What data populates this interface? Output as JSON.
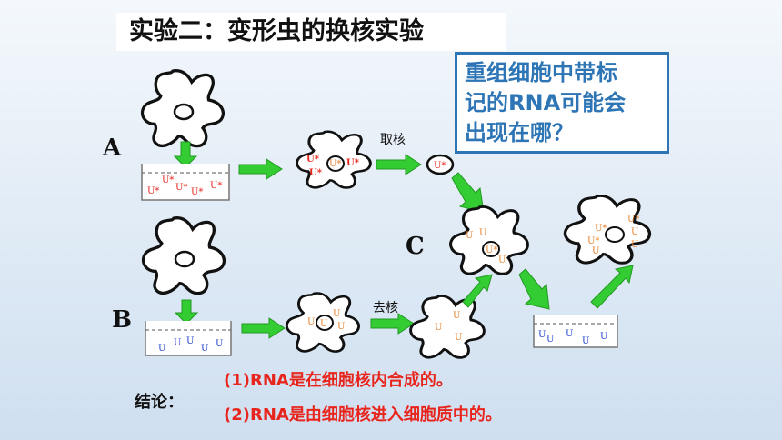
{
  "title": "实验二：变形虫的换核实验",
  "question": "重组细胞中带标记的RNA可能会出现在哪？",
  "question_lines": [
    "重组细胞中带标",
    "记的RNA可能会",
    "出现在哪？"
  ],
  "labels": {
    "a": "A",
    "b": "B",
    "c": "C"
  },
  "steps": {
    "take_nucleus": "取核",
    "remove_nucleus": "去核"
  },
  "conclusion": {
    "label": "结论：",
    "lines": [
      "(1)RNA是在细胞核内合成的。",
      "(2)RNA是由细胞核进入细胞质中的。"
    ]
  },
  "markers": {
    "labeled": "U*",
    "unlabeled": "U"
  },
  "colors": {
    "arrow": "#33cc33",
    "question_text": "#2e75b6",
    "conclusion_text": "#e8251d",
    "labeled_u": "#e8251d",
    "unlabeled_u": "#1f3fd0",
    "marker_orange": "#e8802a"
  }
}
